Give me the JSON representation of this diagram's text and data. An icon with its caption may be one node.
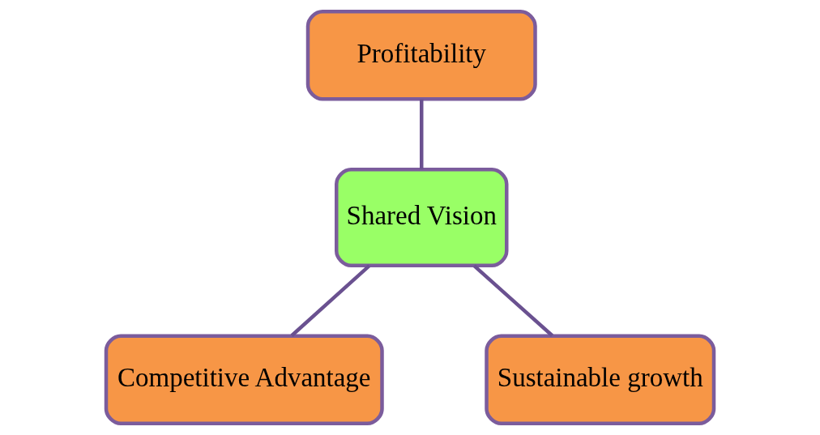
{
  "diagram": {
    "nodes": [
      {
        "text": [
          "Profitability"
        ]
      },
      {
        "text": [
          "Shared Vision"
        ]
      },
      {
        "text": [
          "Competitive Advantage"
        ]
      },
      {
        "text": [
          "Sustainable growth"
        ]
      }
    ],
    "edges": [
      {
        "from": 0,
        "to": 1,
        "arrow": "none"
      },
      {
        "from": 1,
        "to": 2,
        "arrow": "none"
      },
      {
        "from": 1,
        "to": 3,
        "arrow": "none"
      }
    ]
  }
}
